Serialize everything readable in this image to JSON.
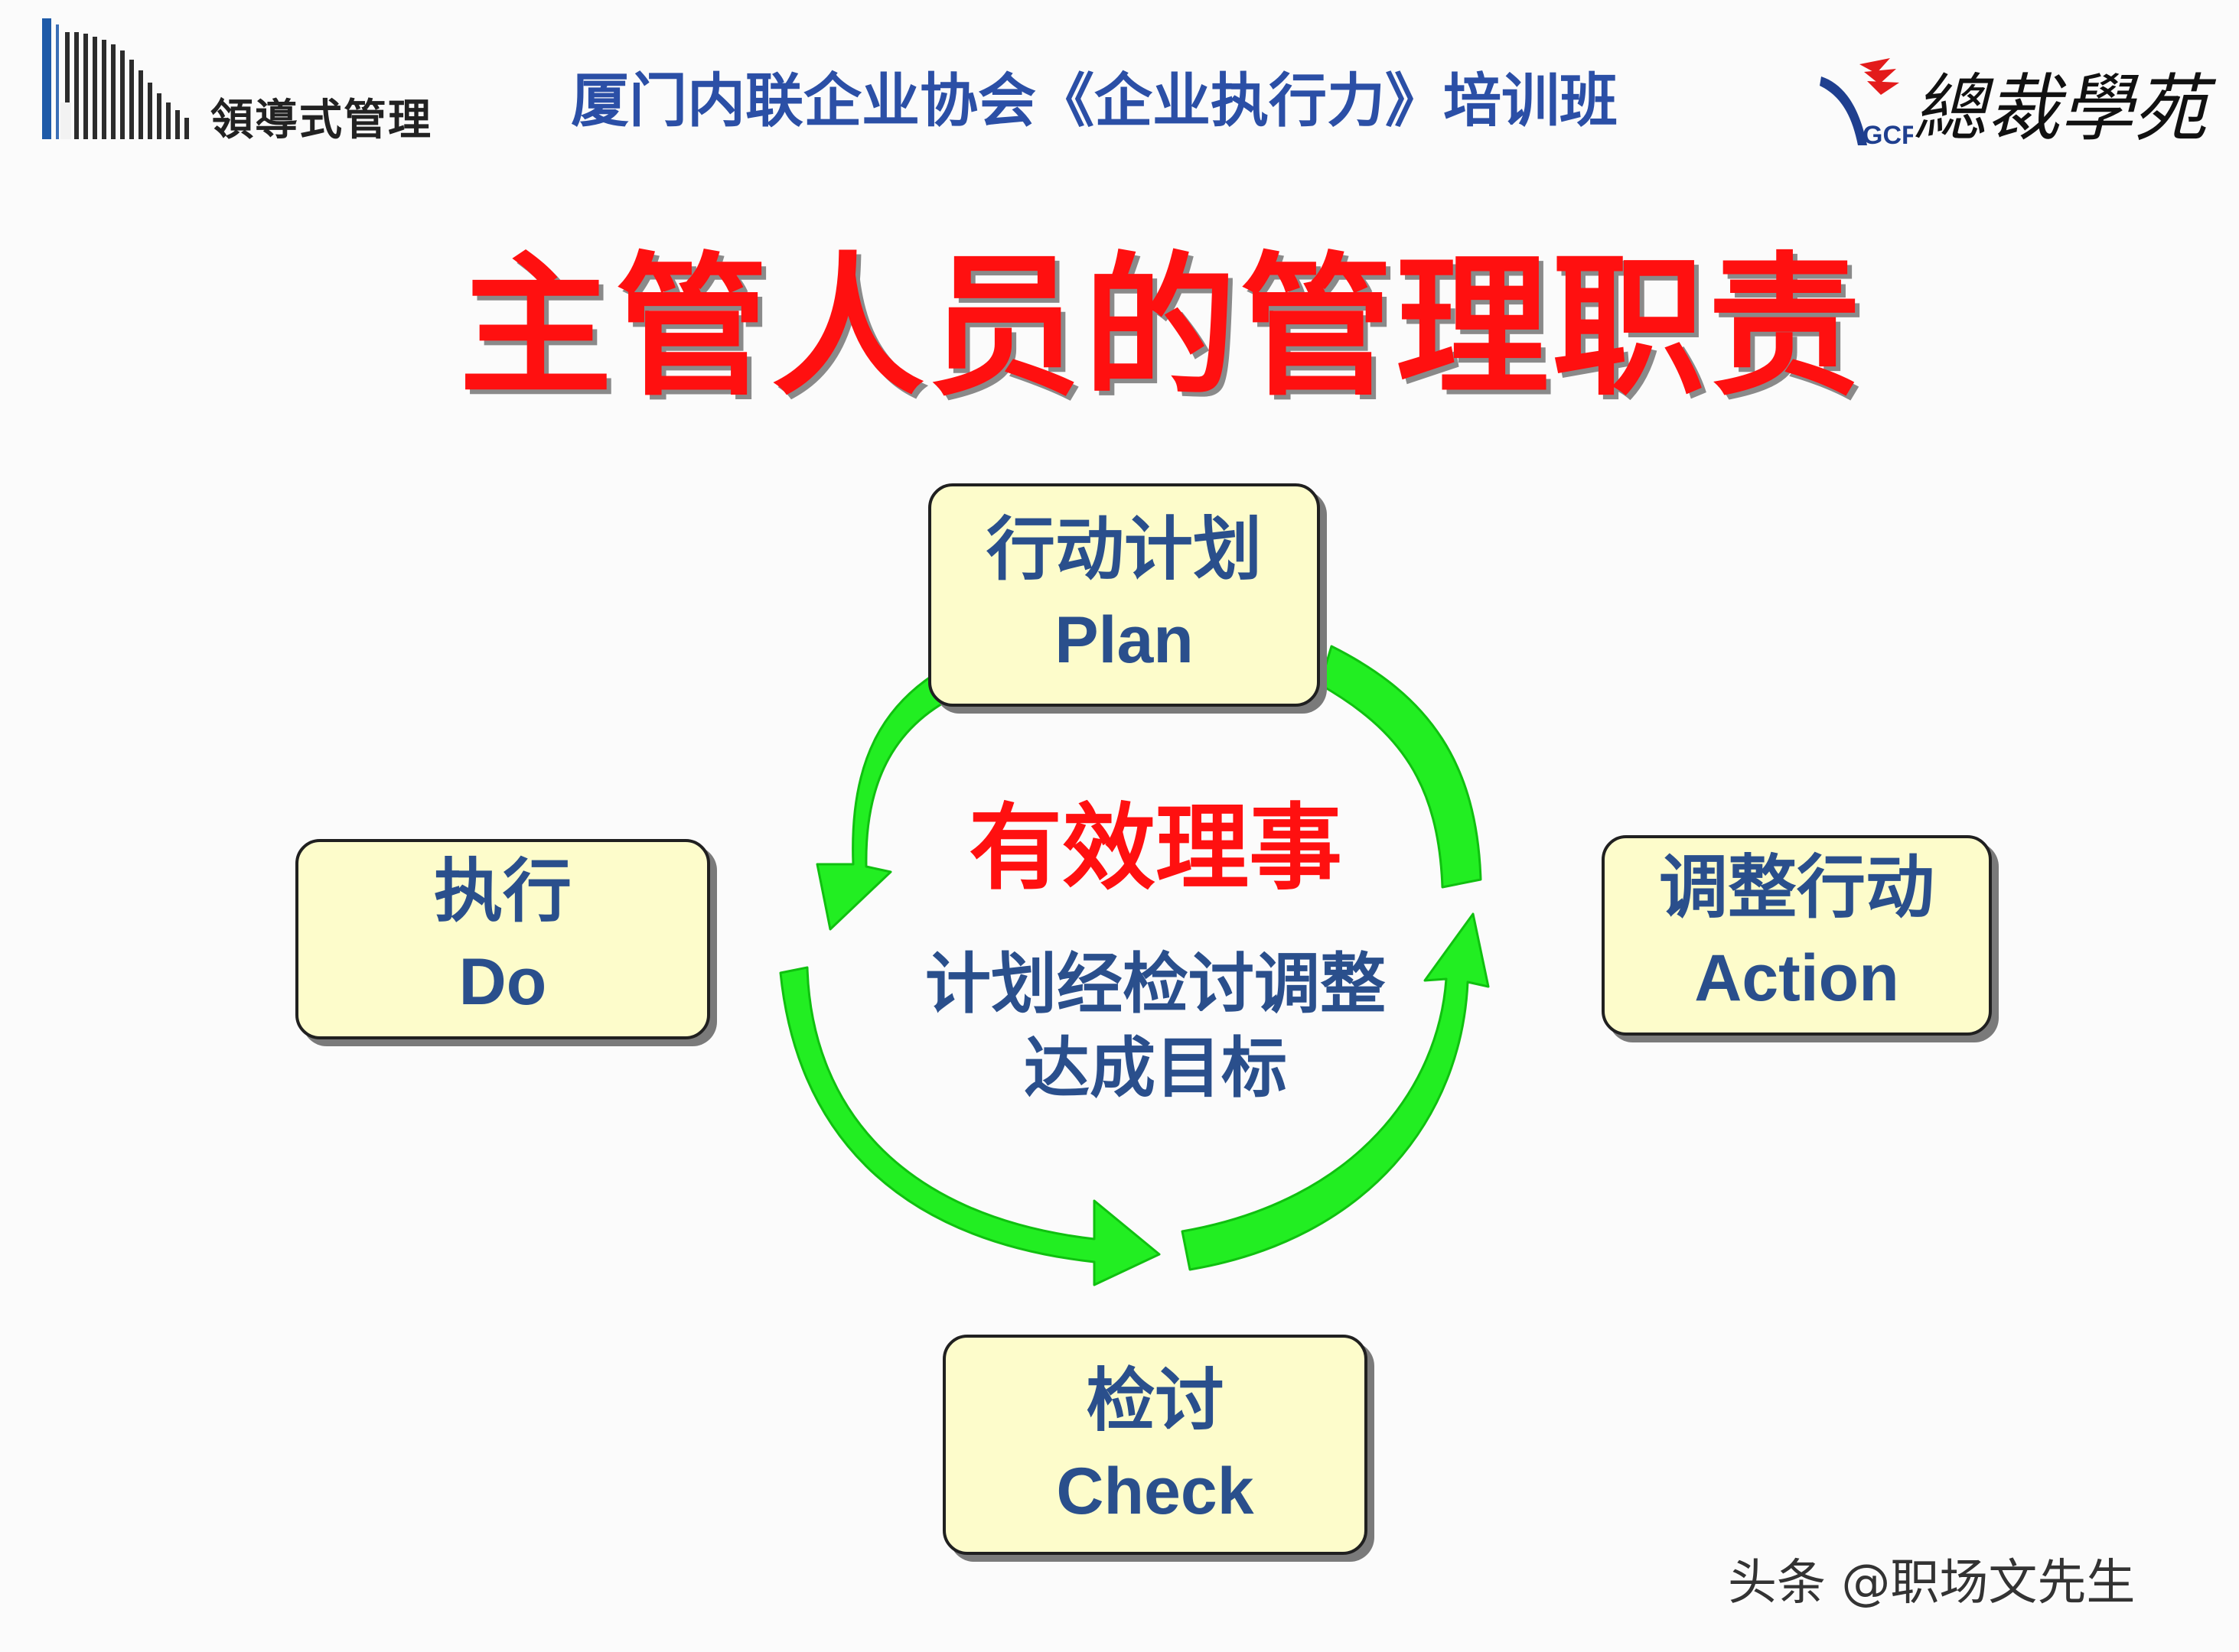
{
  "header": {
    "left_logo_text": "領導式管理",
    "title": "厦门内联企业协会《企业执行力》培训班",
    "right_logo_badge": "GCF",
    "right_logo_text": "總裁學苑"
  },
  "main_title": "主管人员的管理职责",
  "cycle": {
    "plan": {
      "zh": "行动计划",
      "en": "Plan"
    },
    "do": {
      "zh": "执行",
      "en": "Do"
    },
    "check": {
      "zh": "检讨",
      "en": "Check"
    },
    "action": {
      "zh": "调整行动",
      "en": "Action"
    }
  },
  "center": {
    "headline": "有效理事",
    "line1": "计划经检讨调整",
    "line2": "达成目标"
  },
  "watermark": "头条 @职场文先生",
  "colors": {
    "title_red": "#ff1010",
    "header_blue": "#2b4fa6",
    "box_text_blue": "#2a4f8c",
    "box_fill": "#fdfccb",
    "arrow_green": "#22ee22"
  },
  "icons": {
    "left_logo": "building-stripes-logo",
    "right_logo": "gcf-swoosh-logo"
  }
}
